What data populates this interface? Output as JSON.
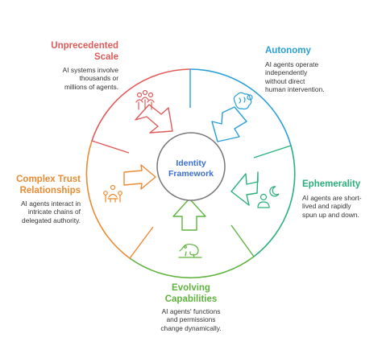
{
  "center": {
    "line1": "Identity",
    "line2": "Framework",
    "color": "#3b6fd1"
  },
  "sections": [
    {
      "id": "scale",
      "title_line1": "Unprecedented",
      "title_line2": "Scale",
      "description_lines": [
        "AI systems involve",
        "thousands or",
        "millions of agents."
      ],
      "color": "#e05a5a",
      "icon": "crowd-icon"
    },
    {
      "id": "autonomy",
      "title_line1": "Autonomy",
      "title_line2": "",
      "description_lines": [
        "AI agents operate",
        "independently",
        "without direct",
        "human intervention."
      ],
      "color": "#2a9fd6",
      "icon": "brain-gear-icon"
    },
    {
      "id": "ephemerality",
      "title_line1": "Ephemerality",
      "title_line2": "",
      "description_lines": [
        "AI agents are short-",
        "lived and rapidly",
        "spun up and down."
      ],
      "color": "#2bb07c",
      "icon": "person-moon-icon"
    },
    {
      "id": "capabilities",
      "title_line1": "Evolving",
      "title_line2": "Capabilities",
      "description_lines": [
        "AI agents' functions",
        "and permissions",
        "change dynamically."
      ],
      "color": "#5fb33e",
      "icon": "chameleon-icon"
    },
    {
      "id": "trust",
      "title_line1": "Complex Trust",
      "title_line2": "Relationships",
      "description_lines": [
        "AI agents interact in",
        "intricate chains of",
        "delegated authority."
      ],
      "color": "#ea8a33",
      "icon": "meeting-icon"
    }
  ]
}
